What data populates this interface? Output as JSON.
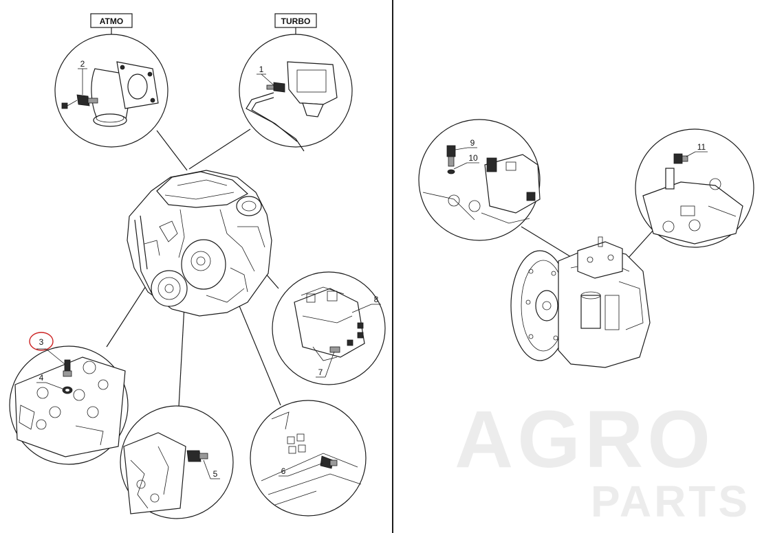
{
  "labels": {
    "atmo": "ATMO",
    "turbo": "TURBO"
  },
  "callouts": {
    "c1": "1",
    "c2": "2",
    "c3": "3",
    "c4": "4",
    "c5": "5",
    "c6": "6",
    "c7": "7",
    "c8": "8",
    "c9": "9",
    "c10": "10",
    "c11": "11"
  },
  "watermark": {
    "line1": "AGRO",
    "line2": "PARTS"
  },
  "colors": {
    "line": "#1a1a1a",
    "highlight_circle": "#cc2222",
    "watermark": "#ececec"
  }
}
